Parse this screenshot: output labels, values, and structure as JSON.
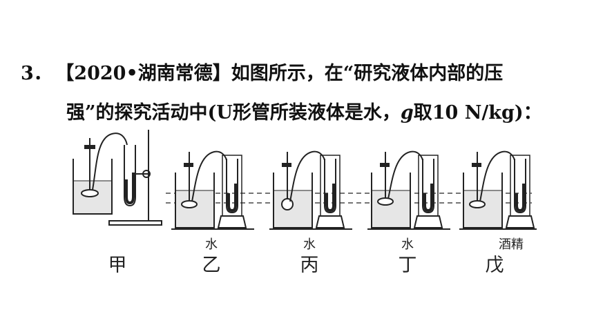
{
  "question": {
    "number": "3．",
    "source": "【2020•湖南常德】",
    "line1_text": "如图所示，在“研究液体内部的压",
    "line2_text": "强”的探究活动中(U形管所装液体是水，",
    "g_symbol": "g",
    "line2_tail": "取10 N/kg)："
  },
  "figure": {
    "setups": [
      {
        "label": "甲",
        "liquid": ""
      },
      {
        "label": "乙",
        "liquid": "水"
      },
      {
        "label": "丙",
        "liquid": "水"
      },
      {
        "label": "丁",
        "liquid": "水"
      },
      {
        "label": "戊",
        "liquid": "酒精"
      }
    ]
  }
}
